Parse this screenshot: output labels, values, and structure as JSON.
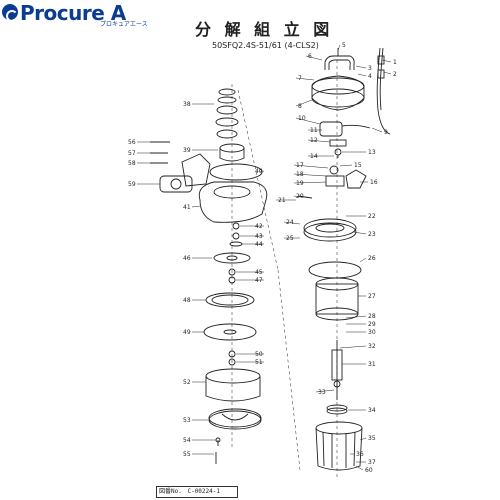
{
  "brand": {
    "name": "Procure A",
    "sub": "プロキュアエース",
    "logo_color": "#0a3d91"
  },
  "title": "分 解 組 立 図",
  "model": "50SFQ2.4S-51/61 (4-CLS2)",
  "drawing_number": {
    "label": "図番No.",
    "value": "C-00224-1"
  },
  "part_numbers": [
    {
      "n": "1",
      "side": "right"
    },
    {
      "n": "2",
      "side": "right"
    },
    {
      "n": "3",
      "side": "right"
    },
    {
      "n": "4",
      "side": "right"
    },
    {
      "n": "5",
      "side": "right"
    },
    {
      "n": "6",
      "side": "right"
    },
    {
      "n": "7",
      "side": "right"
    },
    {
      "n": "8",
      "side": "right"
    },
    {
      "n": "9",
      "side": "right"
    },
    {
      "n": "10",
      "side": "right"
    },
    {
      "n": "11",
      "side": "right"
    },
    {
      "n": "12",
      "side": "right"
    },
    {
      "n": "13",
      "side": "right"
    },
    {
      "n": "14",
      "side": "right"
    },
    {
      "n": "15",
      "side": "right"
    },
    {
      "n": "16",
      "side": "right"
    },
    {
      "n": "17",
      "side": "right"
    },
    {
      "n": "18",
      "side": "right"
    },
    {
      "n": "19",
      "side": "right"
    },
    {
      "n": "20",
      "side": "right"
    },
    {
      "n": "21",
      "side": "right"
    },
    {
      "n": "22",
      "side": "right"
    },
    {
      "n": "23",
      "side": "right"
    },
    {
      "n": "24",
      "side": "right"
    },
    {
      "n": "25",
      "side": "right"
    },
    {
      "n": "26",
      "side": "right"
    },
    {
      "n": "27",
      "side": "right"
    },
    {
      "n": "28",
      "side": "right"
    },
    {
      "n": "29",
      "side": "right"
    },
    {
      "n": "30",
      "side": "right"
    },
    {
      "n": "31",
      "side": "right"
    },
    {
      "n": "32",
      "side": "right"
    },
    {
      "n": "33",
      "side": "right"
    },
    {
      "n": "34",
      "side": "right"
    },
    {
      "n": "35",
      "side": "right"
    },
    {
      "n": "36",
      "side": "right"
    },
    {
      "n": "37",
      "side": "right"
    },
    {
      "n": "38",
      "side": "left"
    },
    {
      "n": "39",
      "side": "left"
    },
    {
      "n": "40",
      "side": "left"
    },
    {
      "n": "41",
      "side": "left"
    },
    {
      "n": "42",
      "side": "left"
    },
    {
      "n": "43",
      "side": "left"
    },
    {
      "n": "44",
      "side": "left"
    },
    {
      "n": "45",
      "side": "left"
    },
    {
      "n": "46",
      "side": "left"
    },
    {
      "n": "47",
      "side": "left"
    },
    {
      "n": "48",
      "side": "left"
    },
    {
      "n": "49",
      "side": "left"
    },
    {
      "n": "50",
      "side": "left"
    },
    {
      "n": "51",
      "side": "left"
    },
    {
      "n": "52",
      "side": "left"
    },
    {
      "n": "53",
      "side": "left"
    },
    {
      "n": "54",
      "side": "left"
    },
    {
      "n": "55",
      "side": "left"
    },
    {
      "n": "56",
      "side": "left"
    },
    {
      "n": "57",
      "side": "left"
    },
    {
      "n": "58",
      "side": "left"
    },
    {
      "n": "59",
      "side": "left"
    },
    {
      "n": "60",
      "side": "right"
    }
  ],
  "colors": {
    "ink": "#222222",
    "paper": "#ffffff"
  }
}
